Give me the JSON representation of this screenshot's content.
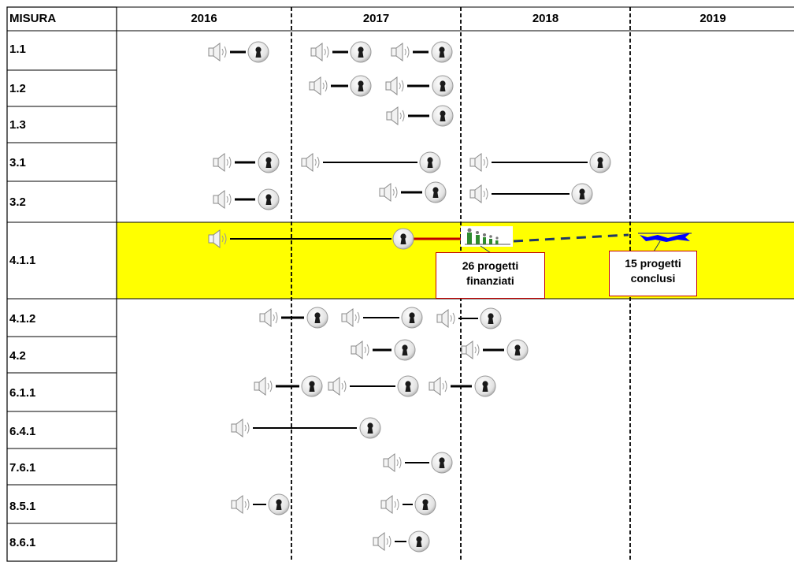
{
  "header": {
    "misura_label": "MISURA",
    "years": [
      "2016",
      "2017",
      "2018",
      "2019"
    ]
  },
  "rows": [
    {
      "label": "1.1",
      "highlight": false
    },
    {
      "label": "1.2",
      "highlight": false
    },
    {
      "label": "1.3",
      "highlight": false
    },
    {
      "label": "3.1",
      "highlight": false
    },
    {
      "label": "3.2",
      "highlight": false
    },
    {
      "label": "4.1.1",
      "highlight": true
    },
    {
      "label": "4.1.2",
      "highlight": false
    },
    {
      "label": "4.2",
      "highlight": false
    },
    {
      "label": "6.1.1",
      "highlight": false
    },
    {
      "label": "6.4.1",
      "highlight": false
    },
    {
      "label": "7.6.1",
      "highlight": false
    },
    {
      "label": "8.5.1",
      "highlight": false
    },
    {
      "label": "8.6.1",
      "highlight": false
    }
  ],
  "callouts": {
    "funded": "26 progetti finanziati",
    "completed": "15 progetti conclusi"
  },
  "colors": {
    "highlight_row": "#ffff00",
    "callout_border": "#c00000",
    "progress_segment": "#c00000",
    "forecast_segment": "#1f3864",
    "finish_flag": "#0000ff",
    "project_figures": "#2e8b2e"
  },
  "legend_icons": {
    "call_open": "megaphone-icon",
    "call_closed": "keyhole-lock-icon",
    "projects": "people-growth-icon",
    "finish": "finish-flag-icon"
  }
}
